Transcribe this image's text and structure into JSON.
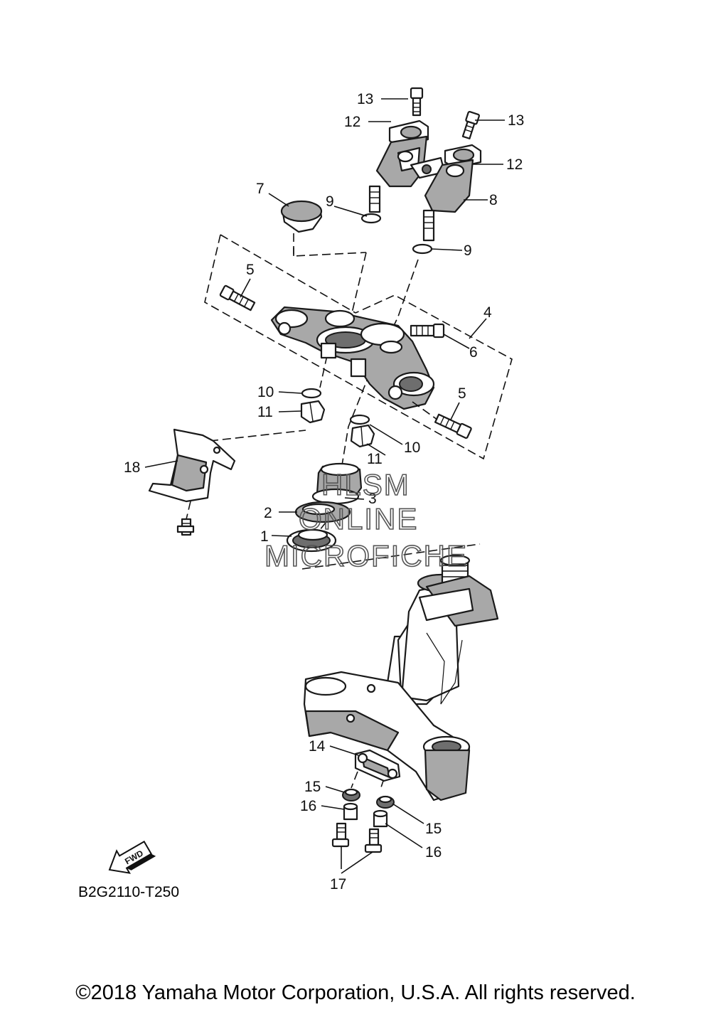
{
  "diagram": {
    "ref_code": "B2G2110-T250",
    "copyright": "©2018 Yamaha Motor Corporation, U.S.A. All rights reserved.",
    "fwd_label": "FWD",
    "watermark": [
      "HLSM",
      "ONLINE",
      "MICROFICHE"
    ]
  },
  "callouts": [
    "1",
    "2",
    "3",
    "4",
    "5",
    "5",
    "6",
    "7",
    "8",
    "9",
    "9",
    "10",
    "10",
    "11",
    "11",
    "12",
    "12",
    "13",
    "13",
    "14",
    "15",
    "15",
    "16",
    "16",
    "17",
    "18"
  ]
}
